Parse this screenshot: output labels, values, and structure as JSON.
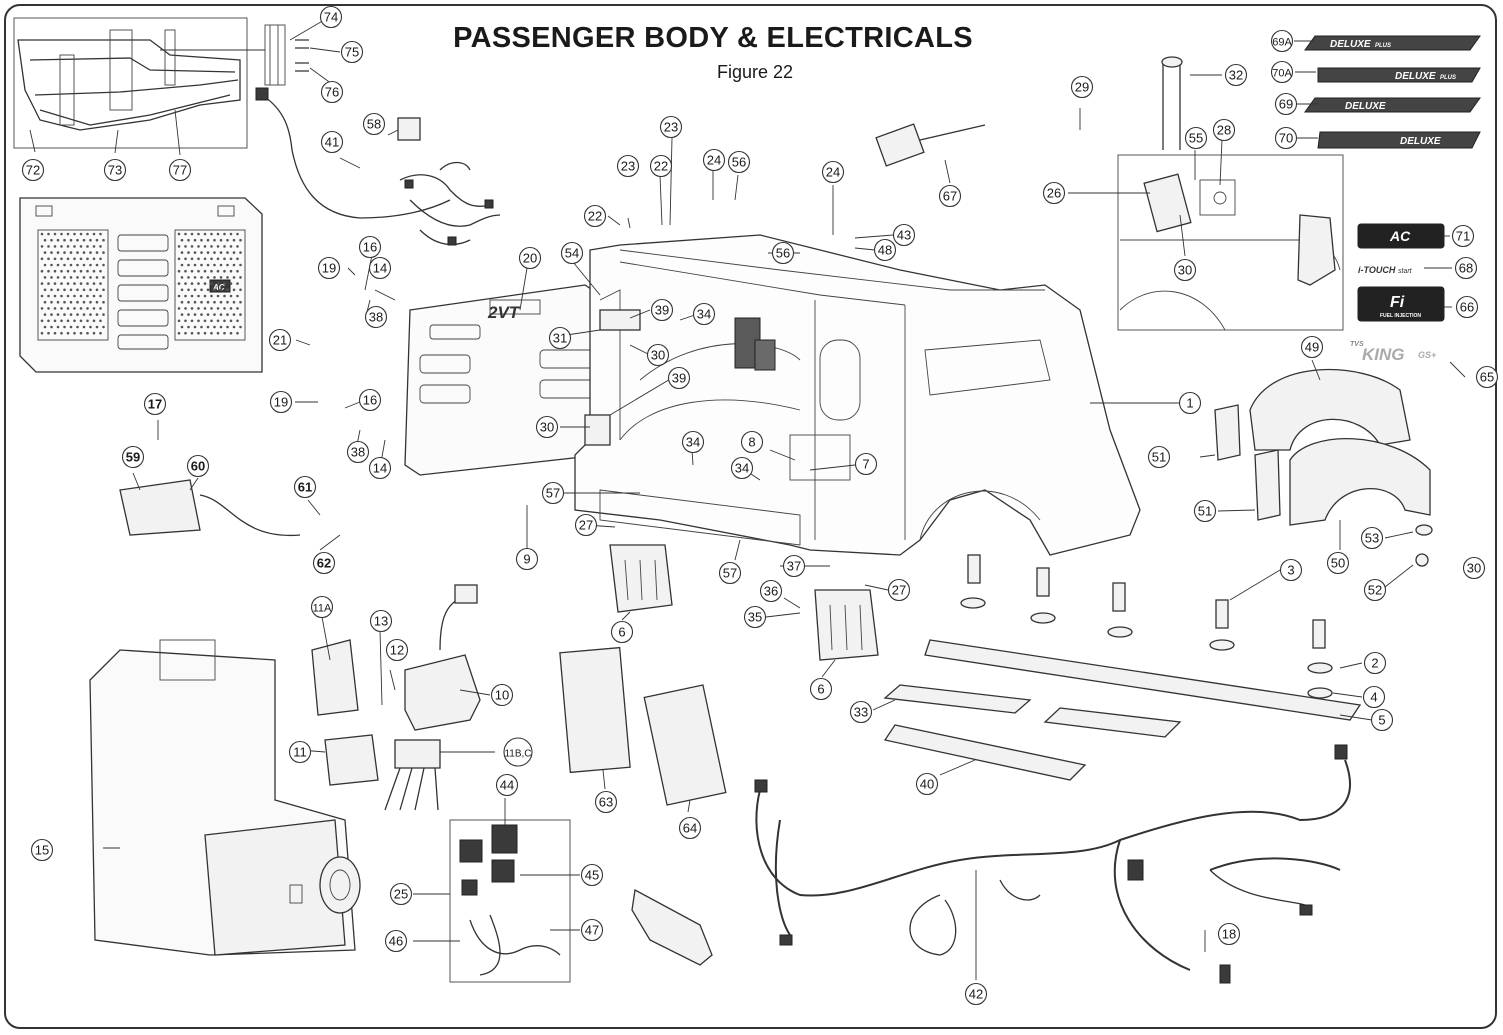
{
  "diagram": {
    "title": "PASSENGER BODY & ELECTRICALS",
    "subtitle": "Figure 22"
  },
  "callouts": [
    "1",
    "2",
    "3",
    "4",
    "5",
    "6",
    "6",
    "7",
    "8",
    "9",
    "10",
    "11",
    "11A",
    "11B,C",
    "12",
    "13",
    "14",
    "14",
    "15",
    "16",
    "16",
    "17",
    "18",
    "19",
    "19",
    "20",
    "21",
    "22",
    "22",
    "23",
    "23",
    "24",
    "24",
    "25",
    "26",
    "27",
    "27",
    "28",
    "29",
    "30",
    "30",
    "30",
    "30",
    "31",
    "32",
    "33",
    "34",
    "34",
    "34",
    "35",
    "36",
    "37",
    "38",
    "38",
    "39",
    "39",
    "40",
    "41",
    "42",
    "43",
    "44",
    "45",
    "46",
    "47",
    "48",
    "49",
    "50",
    "51",
    "51",
    "52",
    "53",
    "54",
    "55",
    "56",
    "56",
    "57",
    "57",
    "58",
    "59",
    "60",
    "61",
    "62",
    "63",
    "64",
    "65",
    "66",
    "67",
    "68",
    "69",
    "69A",
    "70",
    "70A",
    "71",
    "72",
    "73",
    "74",
    "75",
    "76",
    "77"
  ],
  "part_labels": {
    "deluxe_plus": "DELUXE",
    "deluxe_plus_suffix": "PLUS",
    "deluxe": "DELUXE",
    "ac_badge": "AC",
    "itouch": "i-TOUCH",
    "itouch_suffix": "start",
    "fi_badge": "Fi",
    "fi_caption": "FUEL INJECTION",
    "king_prefix": "TVS",
    "king": "KING",
    "king_suffix": "GS+",
    "panel_logo": "2VT",
    "grille_badge": "AC"
  }
}
